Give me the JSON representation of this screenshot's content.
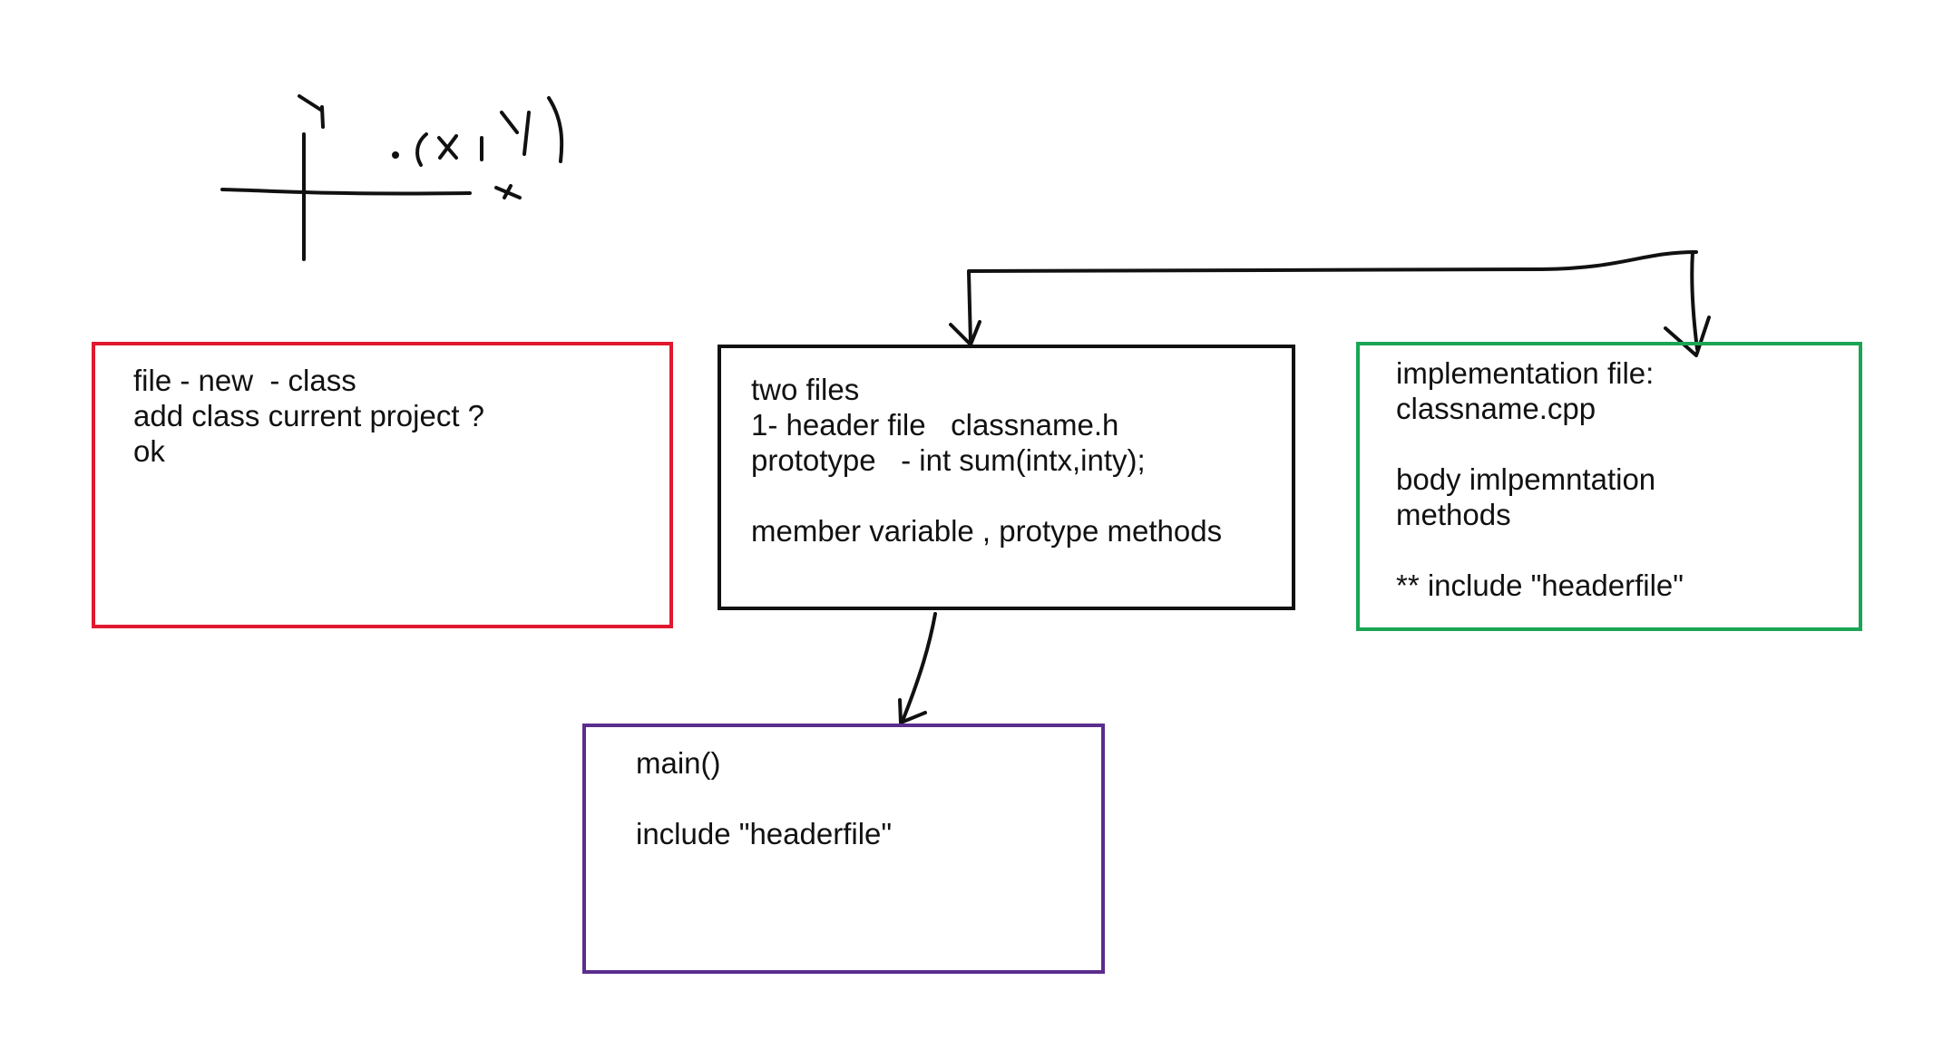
{
  "colors": {
    "red_box": "#e0192e",
    "black_box": "#111111",
    "green_box": "#1aa555",
    "purple_box": "#5b2d8e",
    "ink": "#111111"
  },
  "boxes": {
    "red": {
      "text": "file - new  - class\nadd class current project ?\nok"
    },
    "black": {
      "text": "two files\n1- header file   classname.h\nprototype   - int sum(intx,inty);\n\nmember variable , protype methods"
    },
    "green": {
      "text": "implementation file:\nclassname.cpp\n\nbody imlpemntation\nmethods\n\n** include \"headerfile\""
    },
    "purple": {
      "text": "main()\n\ninclude \"headerfile\""
    }
  }
}
